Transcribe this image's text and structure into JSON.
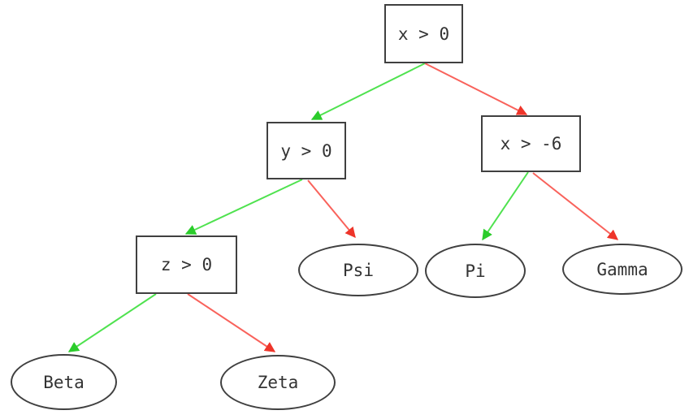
{
  "diagram": {
    "title": "decision-tree",
    "colors": {
      "true_edge": "#4fe24f",
      "true_arrow": "#2bcc2b",
      "false_edge": "#f9625b",
      "false_arrow": "#ee352a",
      "node_border": "#404040",
      "text": "#333333",
      "background": "#ffffff"
    },
    "nodes": [
      {
        "id": "root",
        "label": "x > 0",
        "shape": "box",
        "kind": "condition"
      },
      {
        "id": "y0",
        "label": "y > 0",
        "shape": "box",
        "kind": "condition"
      },
      {
        "id": "xm6",
        "label": "x > -6",
        "shape": "box",
        "kind": "condition"
      },
      {
        "id": "z0",
        "label": "z > 0",
        "shape": "box",
        "kind": "condition"
      },
      {
        "id": "psi",
        "label": "Psi",
        "shape": "ellipse",
        "kind": "leaf"
      },
      {
        "id": "pi",
        "label": "Pi",
        "shape": "ellipse",
        "kind": "leaf"
      },
      {
        "id": "gamma",
        "label": "Gamma",
        "shape": "ellipse",
        "kind": "leaf"
      },
      {
        "id": "beta",
        "label": "Beta",
        "shape": "ellipse",
        "kind": "leaf"
      },
      {
        "id": "zeta",
        "label": "Zeta",
        "shape": "ellipse",
        "kind": "leaf"
      }
    ],
    "edges": [
      {
        "from": "root",
        "to": "y0",
        "branch": "true",
        "color": "green"
      },
      {
        "from": "root",
        "to": "xm6",
        "branch": "false",
        "color": "red"
      },
      {
        "from": "y0",
        "to": "z0",
        "branch": "true",
        "color": "green"
      },
      {
        "from": "y0",
        "to": "psi",
        "branch": "false",
        "color": "red"
      },
      {
        "from": "xm6",
        "to": "pi",
        "branch": "true",
        "color": "green"
      },
      {
        "from": "xm6",
        "to": "gamma",
        "branch": "false",
        "color": "red"
      },
      {
        "from": "z0",
        "to": "beta",
        "branch": "true",
        "color": "green"
      },
      {
        "from": "z0",
        "to": "zeta",
        "branch": "false",
        "color": "red"
      }
    ]
  }
}
